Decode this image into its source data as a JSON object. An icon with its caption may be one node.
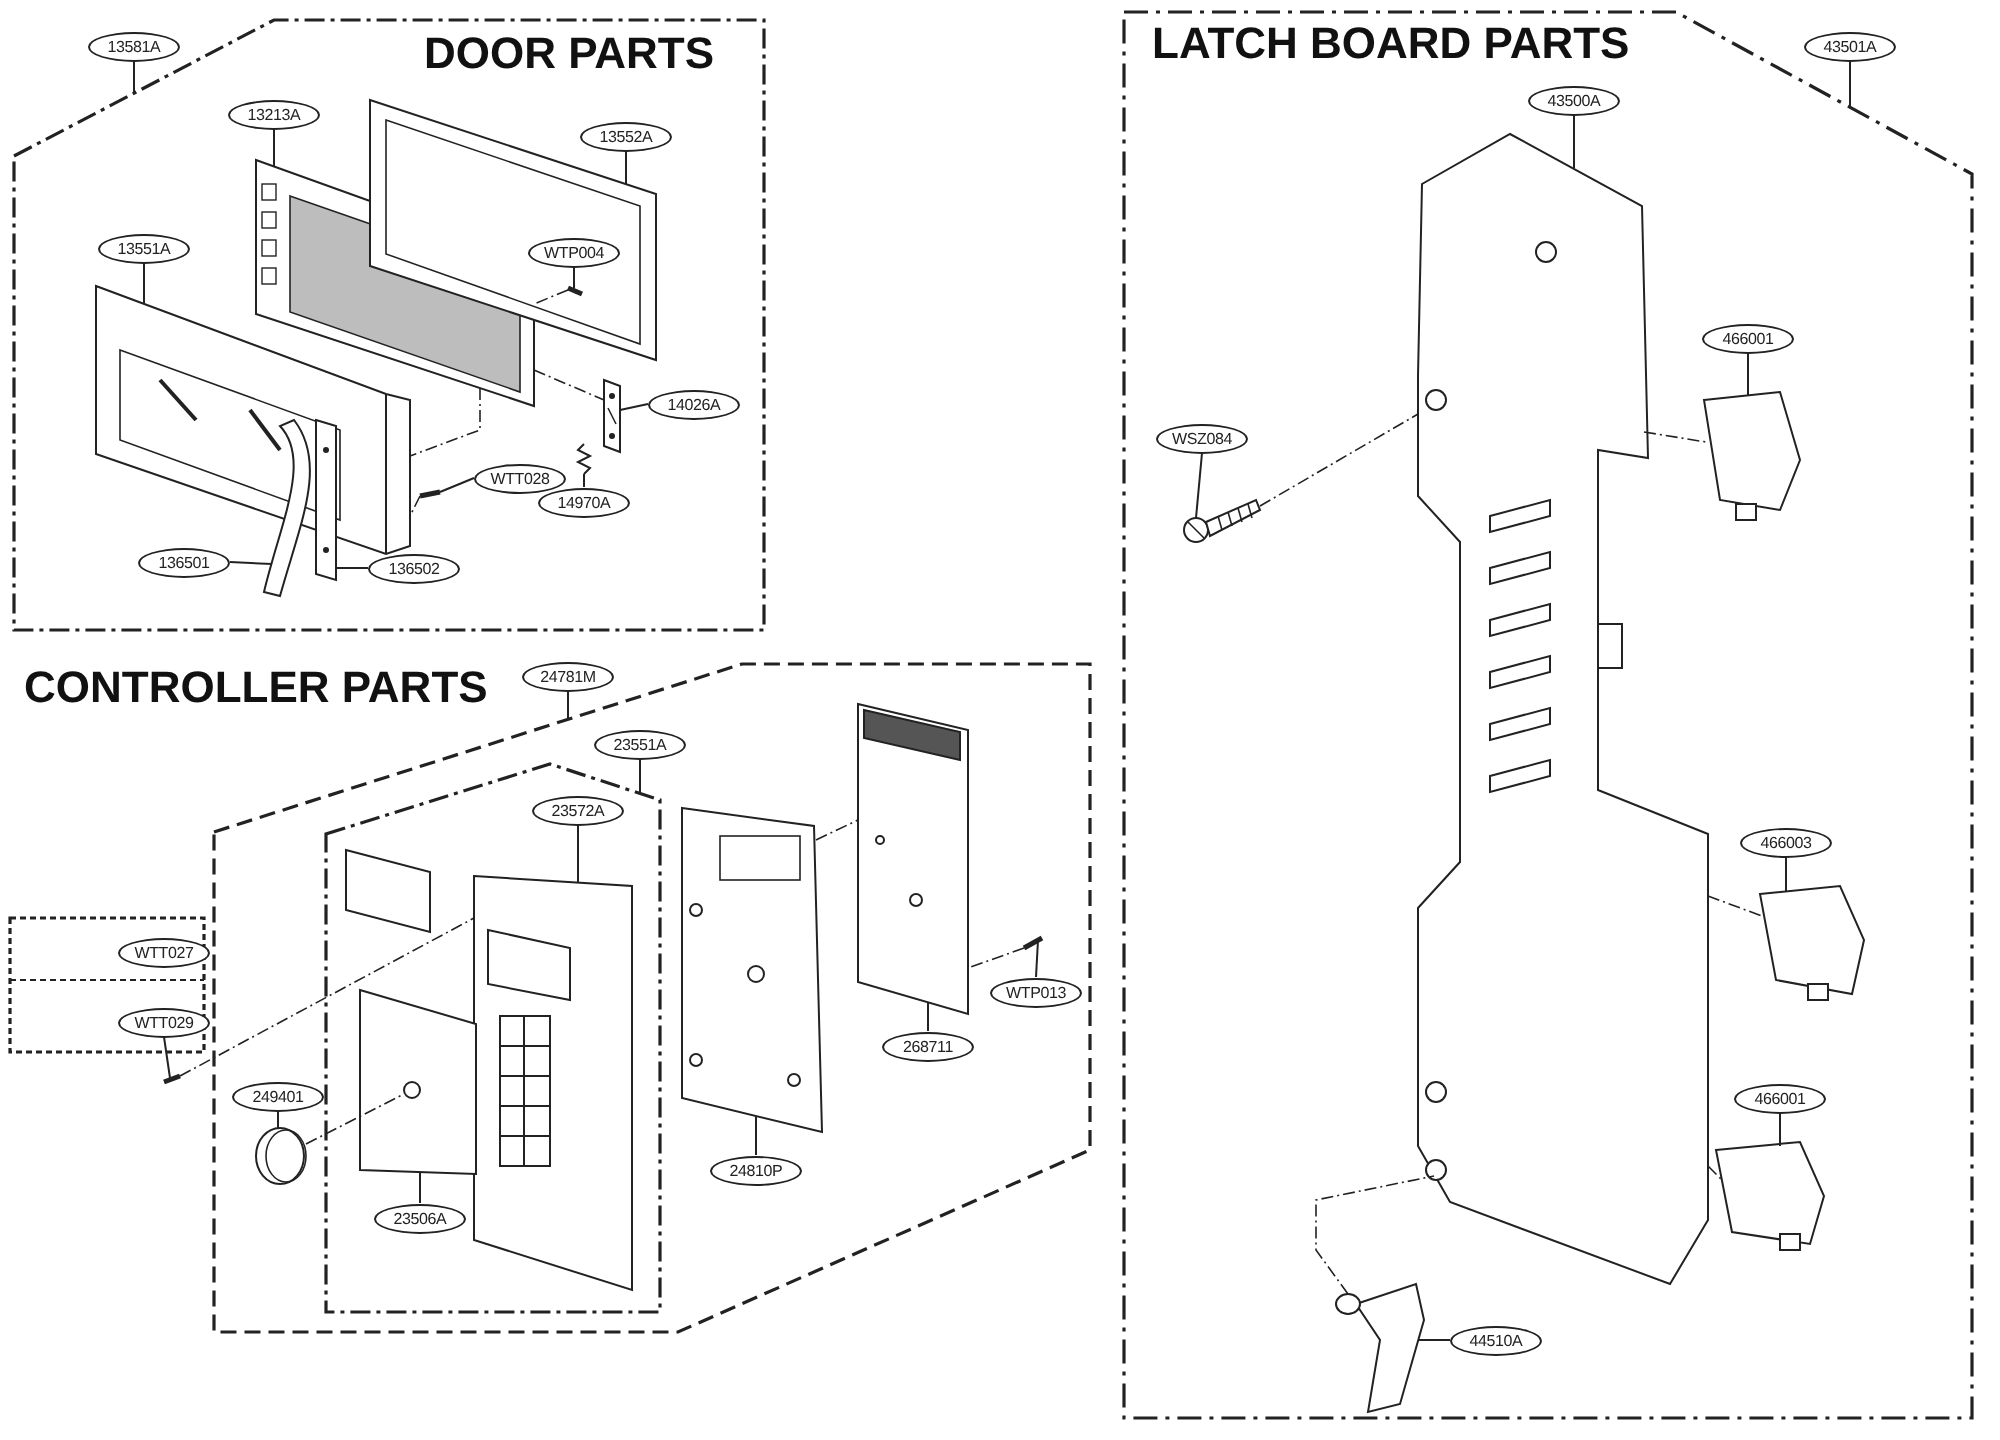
{
  "diagram": {
    "nodes": [
      {
        "text": [
          "DOOR PARTS"
        ]
      },
      {
        "text": [
          "13581A"
        ]
      },
      {
        "text": [
          "13213A"
        ],
        "in": 0
      },
      {
        "text": [
          "13552A"
        ],
        "in": 0
      },
      {
        "text": [
          "13551A"
        ],
        "in": 0
      },
      {
        "text": [
          "WTP004"
        ],
        "in": 33
      },
      {
        "text": [
          "14026A"
        ],
        "in": 0
      },
      {
        "text": [
          "WTT028"
        ],
        "in": 0
      },
      {
        "text": [
          "14970A"
        ],
        "in": 0
      },
      {
        "text": [
          "136501"
        ],
        "in": 0
      },
      {
        "text": [
          "136502"
        ],
        "in": 0
      },
      {
        "text": [
          "CONTROLLER PARTS"
        ]
      },
      {
        "text": [
          "24781M"
        ]
      },
      {
        "text": [],
        "shape": "box",
        "in": 11
      },
      {
        "text": [
          "23551A"
        ],
        "in": 11
      },
      {
        "text": [
          "23572A"
        ],
        "in": 13
      },
      {
        "text": [
          "249401"
        ],
        "in": 11
      },
      {
        "text": [
          "23506A"
        ],
        "in": 13
      },
      {
        "text": [
          "24810P"
        ],
        "in": 11
      },
      {
        "text": [
          "268711"
        ],
        "in": 11
      },
      {
        "text": [
          "WTP013"
        ],
        "in": 11
      },
      {
        "text": [],
        "shape": "box"
      },
      {
        "text": [
          "WTT027"
        ],
        "in": 21
      },
      {
        "text": [
          "WTT029"
        ],
        "in": 21
      },
      {
        "text": [
          "LATCH BOARD PARTS"
        ]
      },
      {
        "text": [
          "43501A"
        ]
      },
      {
        "text": [
          "43500A"
        ],
        "in": 24
      },
      {
        "text": [
          "WSZ084"
        ],
        "in": 24
      },
      {
        "text": [
          "466001"
        ],
        "in": 24
      },
      {
        "text": [
          "466003"
        ],
        "in": 24
      },
      {
        "text": [
          "466001"
        ],
        "in": 24
      },
      {
        "text": [
          "44510A"
        ],
        "in": 24
      },
      {
        "text": [],
        "shape": "picture",
        "in": 0
      },
      {
        "text": [],
        "shape": "picture",
        "in": 0
      },
      {
        "text": [],
        "shape": "picture",
        "in": 0
      },
      {
        "text": [],
        "shape": "picture",
        "in": 33
      },
      {
        "text": [],
        "shape": "picture",
        "in": 0
      },
      {
        "text": [],
        "shape": "picture",
        "in": 0
      },
      {
        "text": [],
        "shape": "picture",
        "in": 0
      },
      {
        "text": [],
        "shape": "picture",
        "in": 0
      },
      {
        "text": [],
        "shape": "picture",
        "in": 0
      },
      {
        "text": [],
        "shape": "picture",
        "in": 13
      },
      {
        "text": [],
        "shape": "picture",
        "in": 11
      },
      {
        "text": [],
        "shape": "picture",
        "in": 13
      },
      {
        "text": [],
        "shape": "picture",
        "in": 11
      },
      {
        "text": [],
        "shape": "picture",
        "in": 11
      },
      {
        "text": [],
        "shape": "picture",
        "in": 11
      },
      {
        "text": [],
        "shape": "picture"
      },
      {
        "text": [],
        "shape": "picture",
        "in": 24
      },
      {
        "text": [],
        "shape": "picture",
        "in": 24
      },
      {
        "text": [],
        "shape": "picture",
        "in": 24
      },
      {
        "text": [],
        "shape": "picture",
        "in": 24
      },
      {
        "text": [],
        "shape": "picture",
        "in": 24
      },
      {
        "text": [],
        "shape": "picture",
        "in": 24
      }
    ],
    "edges": [
      {
        "from": 1,
        "to": 0,
        "arrow": "none"
      },
      {
        "from": 2,
        "to": 32,
        "arrow": "none"
      },
      {
        "from": 3,
        "to": 33,
        "arrow": "none"
      },
      {
        "from": 4,
        "to": 34,
        "arrow": "none"
      },
      {
        "from": 5,
        "to": 35,
        "arrow": "none"
      },
      {
        "from": 6,
        "to": 36,
        "arrow": "none"
      },
      {
        "from": 7,
        "to": 37,
        "arrow": "none"
      },
      {
        "from": 8,
        "to": 38,
        "arrow": "none"
      },
      {
        "from": 9,
        "to": 39,
        "arrow": "none"
      },
      {
        "from": 10,
        "to": 40,
        "arrow": "none"
      },
      {
        "from": 12,
        "to": 11,
        "arrow": "none"
      },
      {
        "from": 14,
        "to": 13,
        "arrow": "none"
      },
      {
        "from": 15,
        "to": 41,
        "arrow": "none"
      },
      {
        "from": 16,
        "to": 42,
        "arrow": "none"
      },
      {
        "from": 17,
        "to": 43,
        "arrow": "none"
      },
      {
        "from": 18,
        "to": 44,
        "arrow": "none"
      },
      {
        "from": 19,
        "to": 45,
        "arrow": "none"
      },
      {
        "from": 20,
        "to": 46,
        "arrow": "none"
      },
      {
        "from": 23,
        "to": 47,
        "arrow": "none"
      },
      {
        "from": 25,
        "to": 24,
        "arrow": "none"
      },
      {
        "from": 26,
        "to": 48,
        "arrow": "none"
      },
      {
        "from": 27,
        "to": 49,
        "arrow": "none"
      },
      {
        "from": 28,
        "to": 50,
        "arrow": "none"
      },
      {
        "from": 29,
        "to": 51,
        "arrow": "none"
      },
      {
        "from": 30,
        "to": 52,
        "arrow": "none"
      },
      {
        "from": 31,
        "to": 53,
        "arrow": "none"
      },
      {
        "from": 35,
        "to": 32,
        "arrow": "none",
        "style": "dashed"
      },
      {
        "from": 32,
        "to": 36,
        "arrow": "none",
        "style": "dashed"
      },
      {
        "from": 37,
        "to": 34,
        "arrow": "none",
        "style": "dashed"
      },
      {
        "from": 32,
        "to": 34,
        "arrow": "none",
        "style": "dashed"
      },
      {
        "from": 47,
        "to": 41,
        "arrow": "none",
        "style": "dashed"
      },
      {
        "from": 42,
        "to": 43,
        "arrow": "none",
        "style": "dashed"
      },
      {
        "from": 44,
        "to": 45,
        "arrow": "none",
        "style": "dashed"
      },
      {
        "from": 46,
        "to": 45,
        "arrow": "none",
        "style": "dashed"
      },
      {
        "from": 49,
        "to": 48,
        "arrow": "none",
        "style": "dashed"
      },
      {
        "from": 53,
        "to": 48,
        "arrow": "none",
        "style": "dashed"
      },
      {
        "from": 48,
        "to": 50,
        "arrow": "none",
        "style": "dashed"
      },
      {
        "from": 48,
        "to": 51,
        "arrow": "none",
        "style": "dashed"
      },
      {
        "from": 48,
        "to": 52,
        "arrow": "none",
        "style": "dashed"
      }
    ]
  }
}
